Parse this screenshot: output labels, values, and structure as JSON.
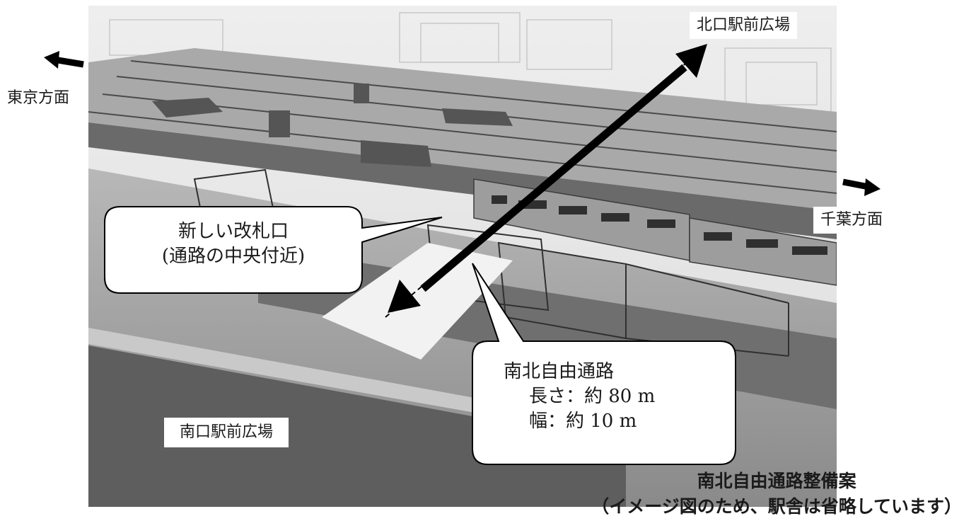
{
  "labels": {
    "north_plaza": "北口駅前広場",
    "tokyo_dir": "東京方面",
    "chiba_dir": "千葉方面",
    "south_plaza": "南口駅前広場"
  },
  "callouts": {
    "gate_line1": "新しい改札口",
    "gate_line2": "(通路の中央付近)",
    "passage_title": "南北自由通路",
    "passage_length": "長さ：約 80 m",
    "passage_width": "幅：約 10 m"
  },
  "caption": {
    "title": "南北自由通路整備案",
    "note": "（イメージ図のため、駅舎は省略しています）"
  }
}
